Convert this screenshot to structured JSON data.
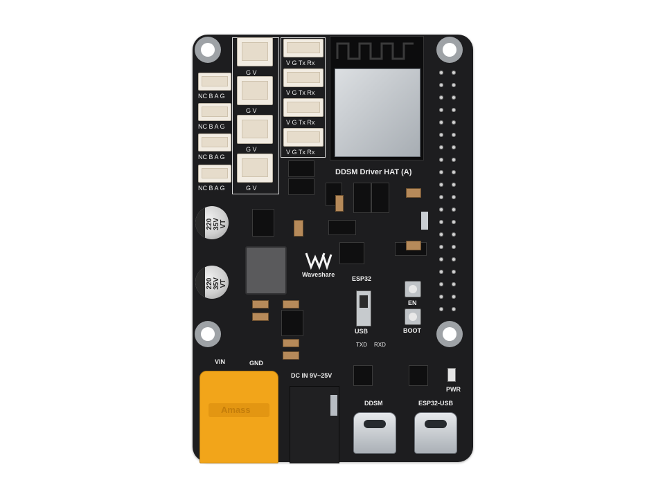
{
  "board": {
    "title": "DDSM Driver HAT (A)",
    "brand": "Waveshare",
    "logo_icon": "waveshare-logo-icon",
    "colors": {
      "pcb": "#1d1d1f",
      "xt60": "#f2a51a",
      "connector": "#f2ece2",
      "silk": "#ececec"
    }
  },
  "labels": {
    "ncbag": "NC B A G",
    "gv": "G   V",
    "vgtxrx": "V G Tx Rx",
    "esp32": "ESP32",
    "usb": "USB",
    "en": "EN",
    "boot": "BOOT",
    "vin": "VIN",
    "gnd": "GND",
    "dcin": "DC IN 9V~25V",
    "ddsm": "DDSM",
    "esp32usb": "ESP32-USB",
    "pwr": "PWR",
    "txd": "TXD",
    "rxd": "RXD",
    "xt60_text": "Amass"
  },
  "capacitor": {
    "lines": [
      "220",
      "35V",
      "VT"
    ]
  }
}
